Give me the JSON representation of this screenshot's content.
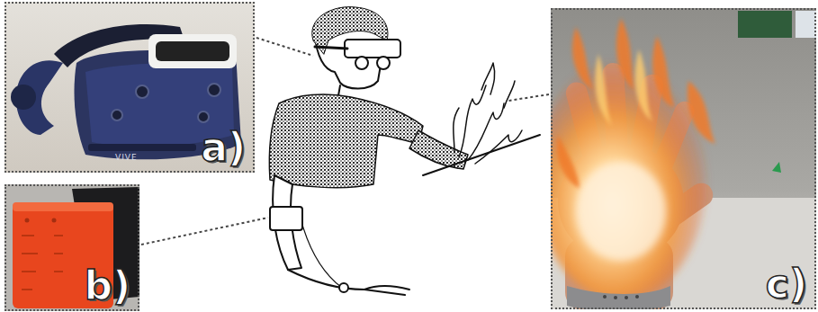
{
  "diagram": {
    "nodes": [
      {
        "text": [
          "a)"
        ]
      },
      {
        "text": [
          "b)"
        ]
      },
      {
        "text": [
          "c)"
        ]
      }
    ],
    "labels": [
      "VIVE"
    ]
  }
}
